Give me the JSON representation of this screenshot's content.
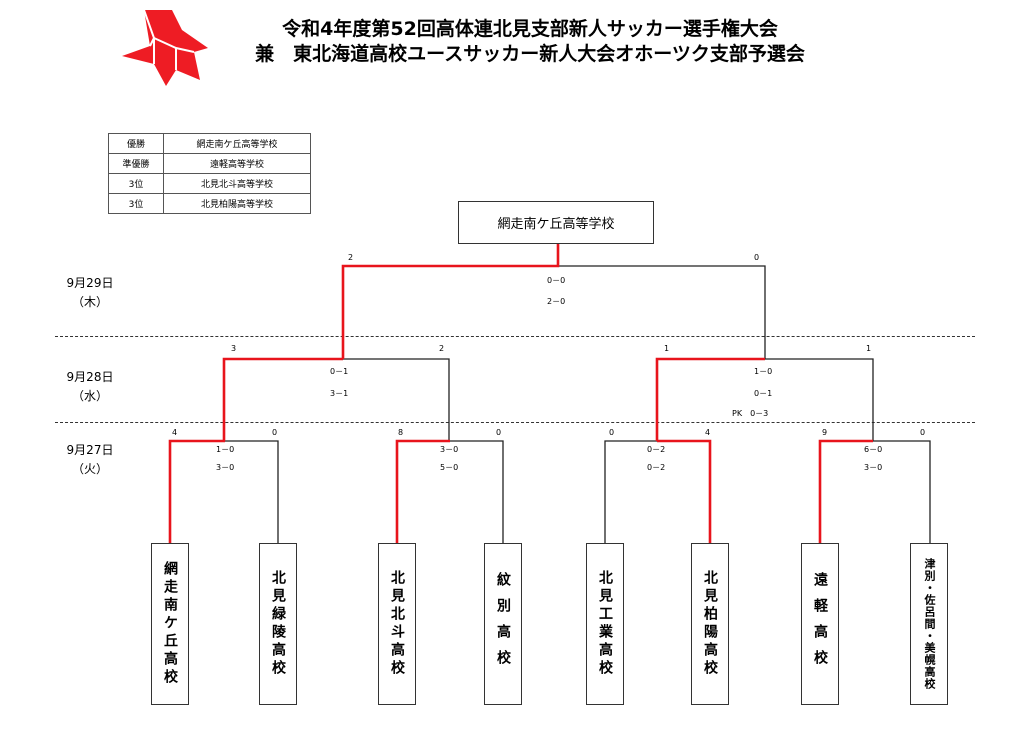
{
  "header": {
    "title_line1": "令和4年度第52回高体連北見支部新人サッカー選手権大会",
    "title_line2": "兼　東北海道高校ユースサッカー新人大会オホーツク支部予選会",
    "logo_color": "#ee1c24"
  },
  "results": [
    {
      "rank": "優勝",
      "school": "網走南ケ丘高等学校"
    },
    {
      "rank": "準優勝",
      "school": "遠軽高等学校"
    },
    {
      "rank": "3位",
      "school": "北見北斗高等学校"
    },
    {
      "rank": "3位",
      "school": "北見柏陽高等学校"
    }
  ],
  "champion": "網走南ケ丘高等学校",
  "dates": {
    "d29": "9月29日",
    "d29_day": "（木）",
    "d28": "9月28日",
    "d28_day": "（水）",
    "d27": "9月27日",
    "d27_day": "（火）"
  },
  "teams": [
    {
      "name": "網走南ケ丘高校"
    },
    {
      "name": "北見緑陵高校"
    },
    {
      "name": "北見北斗高校"
    },
    {
      "name": "紋別高校"
    },
    {
      "name": "北見工業高校"
    },
    {
      "name": "北見柏陽高校"
    },
    {
      "name": "遠軽高校"
    },
    {
      "name": "津別・佐呂間・美幌高校"
    }
  ],
  "scores": {
    "final_left": "2",
    "final_right": "0",
    "final_half1": "0－0",
    "final_half2": "2－0",
    "sf1_left": "3",
    "sf1_right": "2",
    "sf1_half1": "0－1",
    "sf1_half2": "3－1",
    "sf2_left": "1",
    "sf2_right": "1",
    "sf2_half1": "1－0",
    "sf2_half2": "0－1",
    "sf2_pk": "PK　0－3",
    "q1_left": "4",
    "q1_right": "0",
    "q1_half1": "1－0",
    "q1_half2": "3－0",
    "q2_left": "8",
    "q2_right": "0",
    "q2_half1": "3－0",
    "q2_half2": "5－0",
    "q3_left": "0",
    "q3_right": "4",
    "q3_half1": "0－2",
    "q3_half2": "0－2",
    "q4_left": "9",
    "q4_right": "0",
    "q4_half1": "6－0",
    "q4_half2": "3－0"
  },
  "colors": {
    "winner_line": "#e8141c",
    "line": "#222222"
  }
}
